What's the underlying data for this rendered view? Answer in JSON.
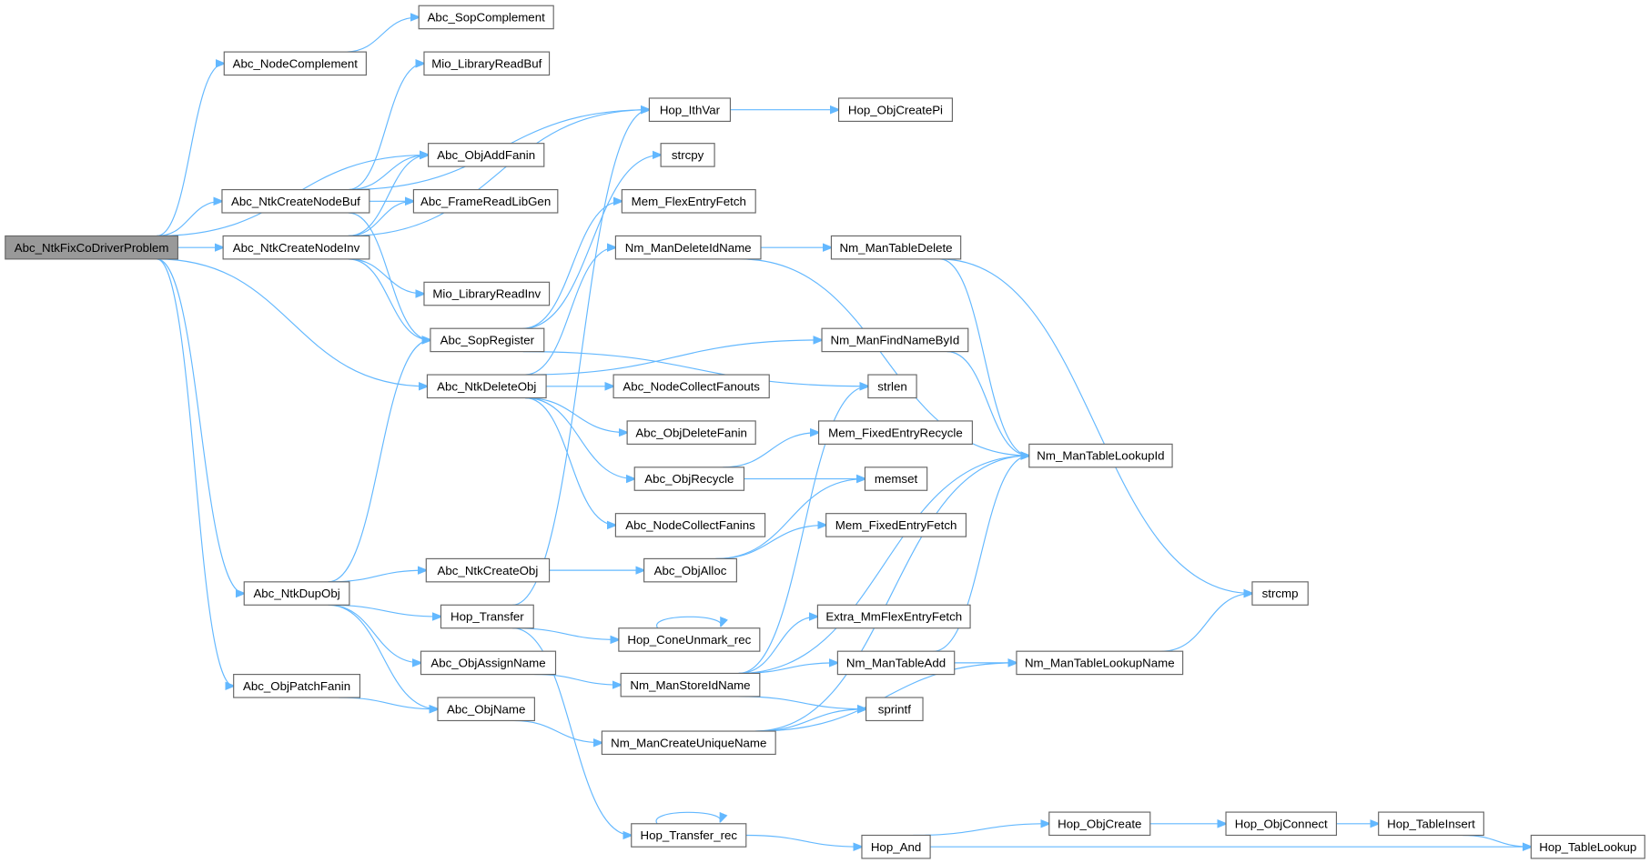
{
  "graph": {
    "root": "Abc_NtkFixCoDriverProblem",
    "nodes": [
      "Abc_NtkFixCoDriverProblem",
      "Abc_NodeComplement",
      "Abc_SopComplement",
      "Mio_LibraryReadBuf",
      "Hop_IthVar",
      "Hop_ObjCreatePi",
      "Abc_ObjAddFanin",
      "strcpy",
      "Abc_NtkCreateNodeBuf",
      "Abc_FrameReadLibGen",
      "Mem_FlexEntryFetch",
      "Abc_NtkCreateNodeInv",
      "Nm_ManDeleteIdName",
      "Nm_ManTableDelete",
      "Mio_LibraryReadInv",
      "Abc_SopRegister",
      "Nm_ManFindNameById",
      "Abc_NtkDeleteObj",
      "Abc_NodeCollectFanouts",
      "strlen",
      "Abc_ObjDeleteFanin",
      "Mem_FixedEntryRecycle",
      "Nm_ManTableLookupId",
      "Abc_ObjRecycle",
      "memset",
      "Abc_NodeCollectFanins",
      "Mem_FixedEntryFetch",
      "Abc_NtkCreateObj",
      "Abc_ObjAlloc",
      "strcmp",
      "Abc_NtkDupObj",
      "Hop_Transfer",
      "Hop_ConeUnmark_rec",
      "Extra_MmFlexEntryFetch",
      "Abc_ObjAssignName",
      "Nm_ManStoreIdName",
      "Nm_ManTableAdd",
      "Nm_ManTableLookupName",
      "Abc_ObjPatchFanin",
      "Abc_ObjName",
      "sprintf",
      "Nm_ManCreateUniqueName",
      "Hop_Transfer_rec",
      "Hop_And",
      "Hop_ObjCreate",
      "Hop_ObjConnect",
      "Hop_TableInsert",
      "Hop_TableLookup"
    ],
    "edges": [
      [
        "Abc_NtkFixCoDriverProblem",
        "Abc_NodeComplement"
      ],
      [
        "Abc_NtkFixCoDriverProblem",
        "Abc_ObjAddFanin"
      ],
      [
        "Abc_NtkFixCoDriverProblem",
        "Abc_NtkCreateNodeBuf"
      ],
      [
        "Abc_NtkFixCoDriverProblem",
        "Abc_NtkCreateNodeInv"
      ],
      [
        "Abc_NtkFixCoDriverProblem",
        "Abc_NtkDeleteObj"
      ],
      [
        "Abc_NtkFixCoDriverProblem",
        "Abc_NtkDupObj"
      ],
      [
        "Abc_NtkFixCoDriverProblem",
        "Abc_ObjPatchFanin"
      ],
      [
        "Abc_NodeComplement",
        "Abc_SopComplement"
      ],
      [
        "Abc_NtkCreateNodeBuf",
        "Mio_LibraryReadBuf"
      ],
      [
        "Abc_NtkCreateNodeBuf",
        "Hop_IthVar"
      ],
      [
        "Abc_NtkCreateNodeBuf",
        "Abc_ObjAddFanin"
      ],
      [
        "Abc_NtkCreateNodeBuf",
        "Abc_FrameReadLibGen"
      ],
      [
        "Abc_NtkCreateNodeBuf",
        "Abc_SopRegister"
      ],
      [
        "Abc_NtkCreateNodeInv",
        "Abc_ObjAddFanin"
      ],
      [
        "Abc_NtkCreateNodeInv",
        "Abc_FrameReadLibGen"
      ],
      [
        "Abc_NtkCreateNodeInv",
        "Hop_IthVar"
      ],
      [
        "Abc_NtkCreateNodeInv",
        "Mio_LibraryReadInv"
      ],
      [
        "Abc_NtkCreateNodeInv",
        "Abc_SopRegister"
      ],
      [
        "Hop_IthVar",
        "Hop_ObjCreatePi"
      ],
      [
        "Abc_SopRegister",
        "strcpy"
      ],
      [
        "Abc_SopRegister",
        "Mem_FlexEntryFetch"
      ],
      [
        "Abc_SopRegister",
        "strlen"
      ],
      [
        "Abc_NtkDeleteObj",
        "Nm_ManDeleteIdName"
      ],
      [
        "Abc_NtkDeleteObj",
        "Nm_ManFindNameById"
      ],
      [
        "Abc_NtkDeleteObj",
        "Abc_NodeCollectFanouts"
      ],
      [
        "Abc_NtkDeleteObj",
        "Abc_ObjDeleteFanin"
      ],
      [
        "Abc_NtkDeleteObj",
        "Abc_ObjRecycle"
      ],
      [
        "Abc_NtkDeleteObj",
        "Abc_NodeCollectFanins"
      ],
      [
        "Nm_ManDeleteIdName",
        "Nm_ManTableDelete"
      ],
      [
        "Nm_ManDeleteIdName",
        "Nm_ManTableLookupId"
      ],
      [
        "Nm_ManTableDelete",
        "Nm_ManTableLookupId"
      ],
      [
        "Nm_ManTableDelete",
        "strcmp"
      ],
      [
        "Nm_ManFindNameById",
        "Nm_ManTableLookupId"
      ],
      [
        "Abc_ObjRecycle",
        "Mem_FixedEntryRecycle"
      ],
      [
        "Abc_ObjRecycle",
        "memset"
      ],
      [
        "Abc_ObjAlloc",
        "memset"
      ],
      [
        "Abc_ObjAlloc",
        "Mem_FixedEntryFetch"
      ],
      [
        "Abc_NtkCreateObj",
        "Abc_ObjAlloc"
      ],
      [
        "Abc_NtkDupObj",
        "Abc_SopRegister"
      ],
      [
        "Abc_NtkDupObj",
        "Abc_NtkCreateObj"
      ],
      [
        "Abc_NtkDupObj",
        "Hop_Transfer"
      ],
      [
        "Abc_NtkDupObj",
        "Abc_ObjAssignName"
      ],
      [
        "Abc_NtkDupObj",
        "Abc_ObjName"
      ],
      [
        "Hop_Transfer",
        "Hop_IthVar"
      ],
      [
        "Hop_Transfer",
        "Hop_ConeUnmark_rec"
      ],
      [
        "Hop_Transfer",
        "Hop_Transfer_rec"
      ],
      [
        "Hop_ConeUnmark_rec",
        "Hop_ConeUnmark_rec"
      ],
      [
        "Abc_ObjAssignName",
        "Nm_ManStoreIdName"
      ],
      [
        "Nm_ManStoreIdName",
        "strlen"
      ],
      [
        "Nm_ManStoreIdName",
        "Nm_ManTableLookupId"
      ],
      [
        "Nm_ManStoreIdName",
        "Extra_MmFlexEntryFetch"
      ],
      [
        "Nm_ManStoreIdName",
        "Nm_ManTableAdd"
      ],
      [
        "Nm_ManStoreIdName",
        "sprintf"
      ],
      [
        "Nm_ManTableAdd",
        "Nm_ManTableLookupId"
      ],
      [
        "Nm_ManTableAdd",
        "Nm_ManTableLookupName"
      ],
      [
        "Nm_ManTableLookupName",
        "strcmp"
      ],
      [
        "Abc_ObjPatchFanin",
        "Abc_ObjName"
      ],
      [
        "Abc_ObjName",
        "Nm_ManCreateUniqueName"
      ],
      [
        "Nm_ManCreateUniqueName",
        "sprintf"
      ],
      [
        "Nm_ManCreateUniqueName",
        "Nm_ManTableLookupId"
      ],
      [
        "Nm_ManCreateUniqueName",
        "Nm_ManTableLookupName"
      ],
      [
        "Hop_Transfer_rec",
        "Hop_Transfer_rec"
      ],
      [
        "Hop_Transfer_rec",
        "Hop_And"
      ],
      [
        "Hop_And",
        "Hop_ObjCreate"
      ],
      [
        "Hop_And",
        "Hop_TableLookup"
      ],
      [
        "Hop_ObjCreate",
        "Hop_ObjConnect"
      ],
      [
        "Hop_ObjConnect",
        "Hop_TableInsert"
      ],
      [
        "Hop_TableInsert",
        "Hop_TableLookup"
      ]
    ],
    "colors": {
      "edge": "#63b8ff",
      "root_fill": "#999999",
      "node_border": "#666666"
    }
  }
}
